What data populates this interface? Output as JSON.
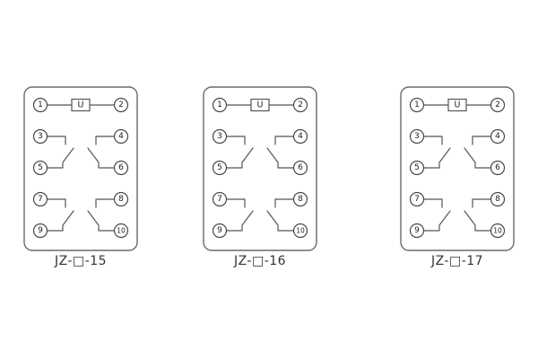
{
  "diagram": {
    "coil_label": "U",
    "terminals": [
      "1",
      "2",
      "3",
      "4",
      "5",
      "6",
      "7",
      "8",
      "9",
      "10"
    ]
  },
  "panels": [
    {
      "label": "JZ-□-15"
    },
    {
      "label": "JZ-□-16"
    },
    {
      "label": "JZ-□-17"
    }
  ]
}
